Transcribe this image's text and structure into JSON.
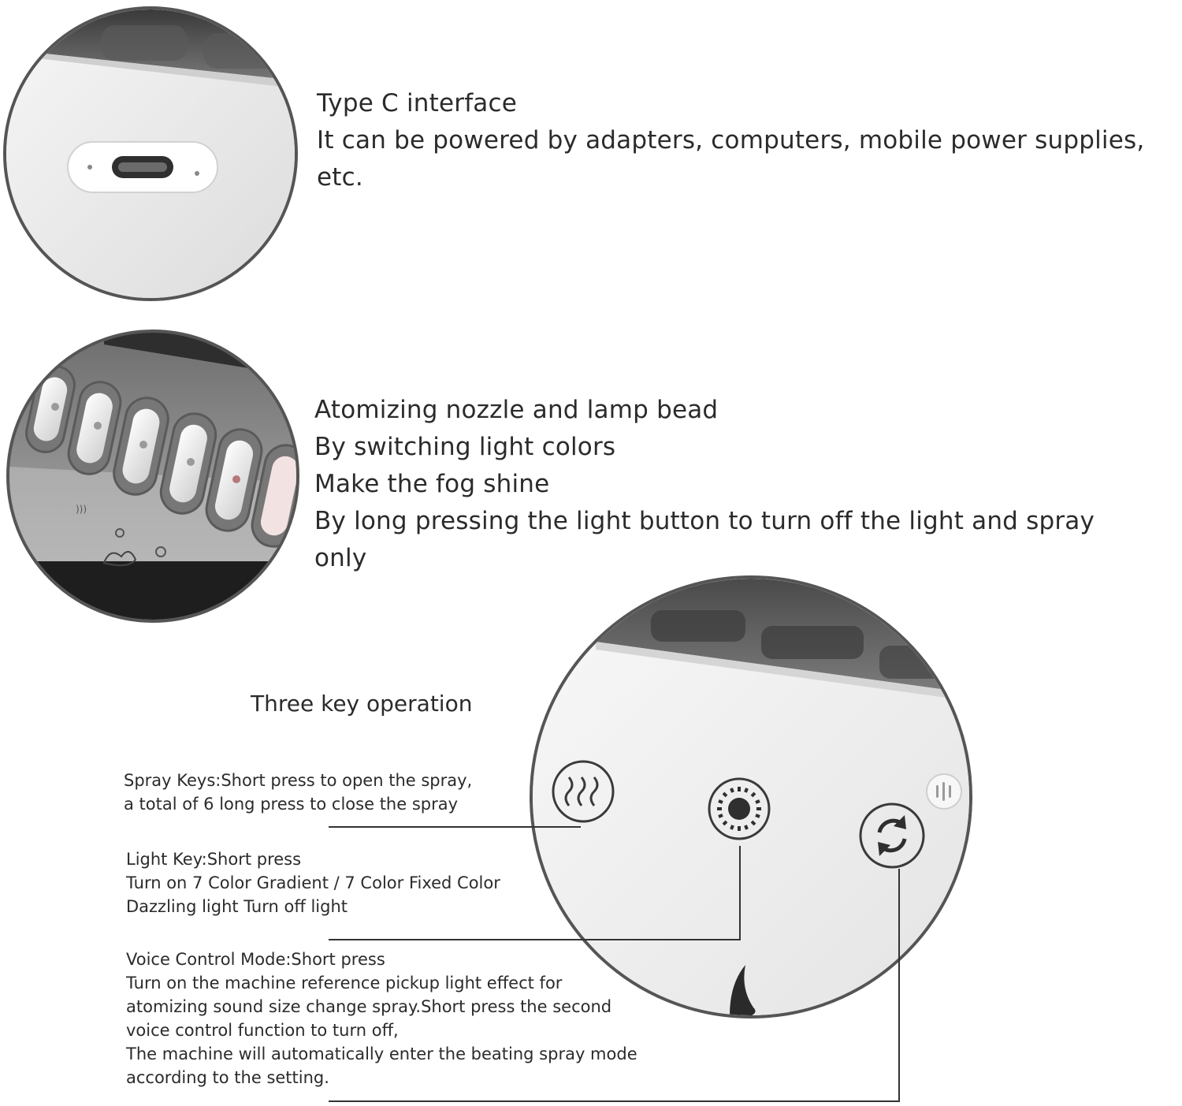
{
  "type_c": {
    "title": "Type C interface",
    "lines": [
      "It can be powered by adapters, computers, mobile power supplies,",
      "etc."
    ]
  },
  "nozzle": {
    "lines": [
      "Atomizing nozzle and lamp bead",
      "By switching light colors",
      "Make the fog shine",
      "By long pressing the light button to turn off the light and spray",
      "only"
    ]
  },
  "keys": {
    "heading": "Three key operation",
    "spray": [
      "Spray Keys:Short press to open the spray,",
      "a total of 6 long press to close the spray"
    ],
    "light": [
      "Light Key:Short press",
      "Turn on 7 Color Gradient / 7 Color Fixed Color",
      "Dazzling light Turn off light"
    ],
    "voice": [
      "Voice Control Mode:Short press",
      "Turn on the machine reference pickup light effect for",
      "atomizing sound size change spray.Short press the second",
      "voice control function to turn off,",
      "The machine will automatically enter the beating spray mode",
      "according to the setting."
    ]
  },
  "icons": {
    "spray": "spray-waves-icon",
    "light": "light-sun-icon",
    "voice": "voice-cycle-icon",
    "mic": "microphone-icon",
    "usb": "usb-c-port-icon"
  },
  "colors": {
    "outline": "#555555",
    "panel_white": "#f1f1f1",
    "device_gray": "#8a8a8a"
  }
}
